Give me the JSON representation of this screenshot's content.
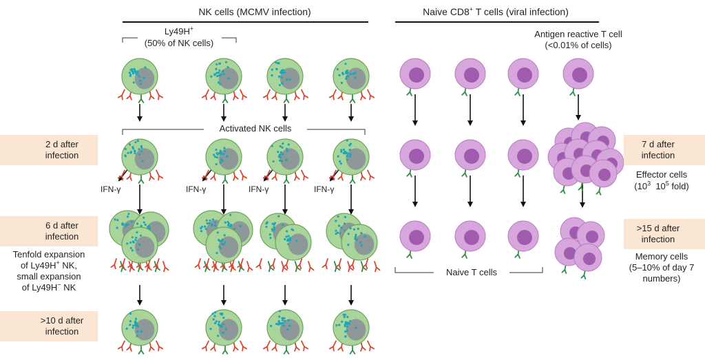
{
  "nk": {
    "title": "NK cells (MCMV infection)",
    "ly49h_label": "Ly49H",
    "ly49h_sup": "+",
    "ly49h_fraction": "(50% of NK cells)",
    "activated_label": "Activated NK cells",
    "ifn_label": "IFN-γ",
    "expansion_lines": [
      "Tenfold expansion",
      "of Ly49H",
      "small expansion",
      "of Ly49H"
    ],
    "expansion_sup_plus": "+",
    "expansion_nk_comma": " NK,",
    "expansion_sup_minus": "−",
    "expansion_nk": " NK"
  },
  "tcell": {
    "title_pre": "Naive CD8",
    "title_sup": "+",
    "title_post": " T cells (viral infection)",
    "antigen_label": "Antigen reactive T cell",
    "antigen_fraction": "(<0.01% of cells)",
    "naive_label": "Naive T cells",
    "effector_label": "Effector cells",
    "effector_pre": "(10",
    "effector_sup1": "3",
    "effector_sup2": "5",
    "effector_post": " fold)",
    "memory_lines": [
      "Memory cells",
      "(5–10% of day 7",
      "numbers)"
    ]
  },
  "time_labels": {
    "nk_2d": [
      "2 d after",
      "infection"
    ],
    "nk_6d": [
      "6 d after",
      "infection"
    ],
    "nk_10d": [
      ">10 d after",
      "infection"
    ],
    "t_7d": [
      "7 d after",
      "infection"
    ],
    "t_15d": [
      ">15 d after",
      "infection"
    ]
  },
  "colors": {
    "nk_cell_body": "#a9d49a",
    "nk_cell_edge": "#6aa35c",
    "nucleus": "#8e9899",
    "granule": "#1aa6b8",
    "ly49h_receptor": "#2e8b45",
    "other_receptor": "#d9462f",
    "t_cell_body": "#d7a6dd",
    "t_cell_nucleus": "#a05aae",
    "tcr": "#2e8b45",
    "label_box": "#fbe6d3"
  }
}
